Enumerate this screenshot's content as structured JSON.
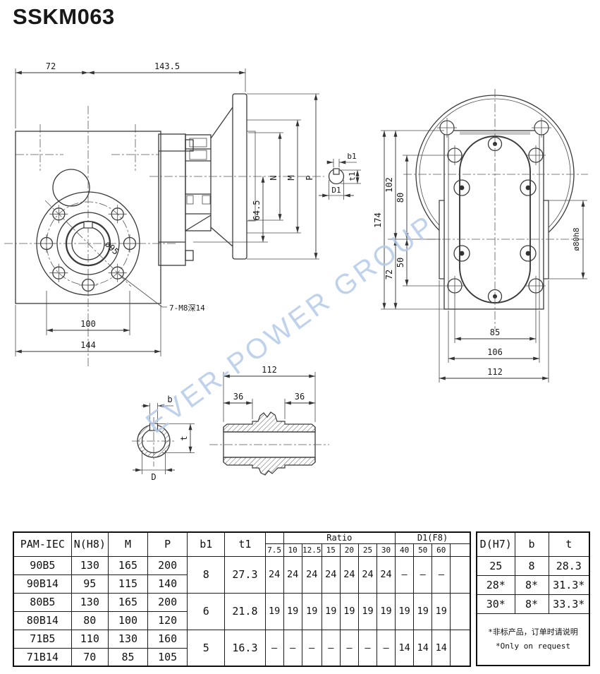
{
  "title": "SSKM063",
  "watermark": "EVER-POWER GROUP",
  "front_view": {
    "dim_72": "72",
    "dim_143_5": "143.5",
    "dim_100": "100",
    "dim_144": "144",
    "bore": "ø95",
    "holes": "7-M8深14"
  },
  "side_view": {
    "n": "N",
    "m": "M",
    "p": "P",
    "dim_64_5": "64.5"
  },
  "input_detail": {
    "b1": "b1",
    "t1": "t1",
    "d1": "D1"
  },
  "rear_view": {
    "dim_174": "174",
    "dim_102": "102",
    "dim_80": "80",
    "dim_72": "72",
    "dim_50": "50",
    "dim_85": "85",
    "dim_106": "106",
    "dim_112": "112",
    "boss": "ø80h8"
  },
  "shaft_section": {
    "dim_112": "112",
    "dim_36a": "36",
    "dim_36b": "36",
    "b": "b",
    "t": "t",
    "d": "D"
  },
  "table": {
    "headers": {
      "pam": "PAM-IEC",
      "n": "N(H8)",
      "m": "M",
      "p": "P",
      "b1": "b1",
      "t1": "t1",
      "ratio": "Ratio",
      "d1": "D1(F8)",
      "ratio_cols": [
        "7.5",
        "10",
        "12.5",
        "15",
        "20",
        "25",
        "30",
        "40",
        "50",
        "60"
      ]
    },
    "groups": [
      {
        "b1": "8",
        "t1": "27.3",
        "ratios": [
          "24",
          "24",
          "24",
          "24",
          "24",
          "24",
          "24",
          "–",
          "–",
          "–"
        ],
        "rows": [
          {
            "pam": "90B5",
            "n": "130",
            "m": "165",
            "p": "200"
          },
          {
            "pam": "90B14",
            "n": "95",
            "m": "115",
            "p": "140"
          }
        ]
      },
      {
        "b1": "6",
        "t1": "21.8",
        "ratios": [
          "19",
          "19",
          "19",
          "19",
          "19",
          "19",
          "19",
          "19",
          "19",
          "19"
        ],
        "rows": [
          {
            "pam": "80B5",
            "n": "130",
            "m": "165",
            "p": "200"
          },
          {
            "pam": "80B14",
            "n": "80",
            "m": "100",
            "p": "120"
          }
        ]
      },
      {
        "b1": "5",
        "t1": "16.3",
        "ratios": [
          "–",
          "–",
          "–",
          "–",
          "–",
          "–",
          "–",
          "14",
          "14",
          "14"
        ],
        "rows": [
          {
            "pam": "71B5",
            "n": "110",
            "m": "130",
            "p": "160"
          },
          {
            "pam": "71B14",
            "n": "70",
            "m": "85",
            "p": "105"
          }
        ]
      }
    ],
    "right": {
      "d": "D(H7)",
      "b": "b",
      "t": "t",
      "rows": [
        [
          "25",
          "8",
          "28.3"
        ],
        [
          "28*",
          "8*",
          "31.3*"
        ],
        [
          "30*",
          "8*",
          "33.3*"
        ]
      ],
      "note1": "*非标产品，订单时请说明",
      "note2": "*Only on request"
    }
  }
}
